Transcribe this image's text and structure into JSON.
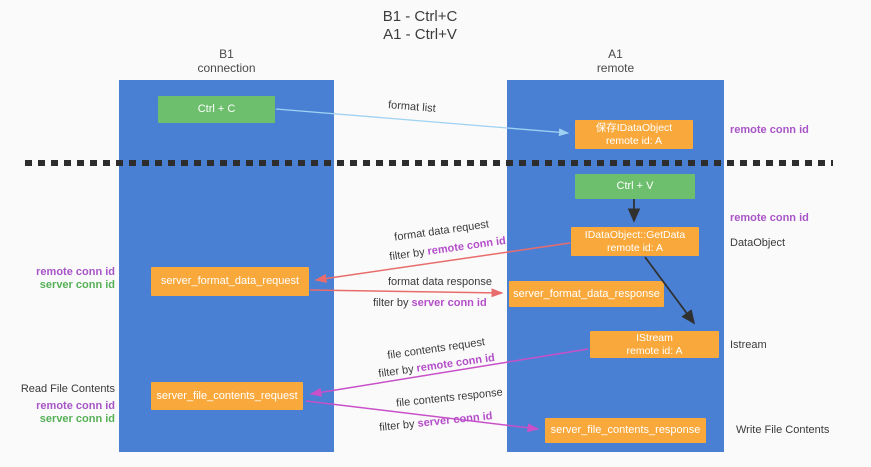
{
  "palette": {
    "background": "#fafafa",
    "lifeline_blue": "#4a80d4",
    "box_green": "#6dbf6d",
    "box_orange": "#f9a93c",
    "purple_text": "#a855c8",
    "green_text": "#56b056",
    "magenta_text": "#b44ec9",
    "arrow_light_blue": "#9fd2f2",
    "arrow_red": "#e96c6c",
    "arrow_magenta": "#c850c8",
    "arrow_black": "#303030",
    "dashed_divider": "#2d2d2d"
  },
  "title": {
    "line1": "B1 - Ctrl+C",
    "line2": "A1 - Ctrl+V"
  },
  "columns": {
    "left": {
      "name": "B1",
      "role": "connection"
    },
    "right": {
      "name": "A1",
      "role": "remote"
    }
  },
  "boxes": {
    "ctrl_c": {
      "label": "Ctrl + C"
    },
    "ctrl_v": {
      "label": "Ctrl + V"
    },
    "save_dataobject": {
      "line1": "保存IDataObject",
      "line2": "remote id: A"
    },
    "getdata": {
      "line1": "IDataObject::GetData",
      "line2": "remote id: A"
    },
    "istream": {
      "line1": "IStream",
      "line2": "remote id: A"
    },
    "server_format_data_request": {
      "label": "server_format_data_request"
    },
    "server_format_data_response": {
      "label": "server_format_data_response"
    },
    "server_file_contents_request": {
      "label": "server_file_contents_request"
    },
    "server_file_contents_response": {
      "label": "server_file_contents_response"
    }
  },
  "arrow_labels": {
    "format_list": "format list",
    "format_data_request": "format data request",
    "format_data_response": "format data response",
    "file_contents_request": "file contents request",
    "file_contents_response": "file contents response",
    "filter_by": "filter by ",
    "remote_conn_id": "remote conn id",
    "server_conn_id": "server conn id"
  },
  "side_labels": {
    "right": {
      "remote_conn_id_top": "remote conn id",
      "remote_conn_id_mid": "remote conn id",
      "dataobject": "DataObject",
      "istream": "Istream",
      "write_file_contents": "Write File Contents"
    },
    "left": {
      "remote_conn_id_mid": "remote conn id",
      "server_conn_id_mid": "server conn id",
      "read_file_contents": "Read File Contents",
      "remote_conn_id_bottom": "remote conn id",
      "server_conn_id_bottom": "server conn id"
    }
  }
}
